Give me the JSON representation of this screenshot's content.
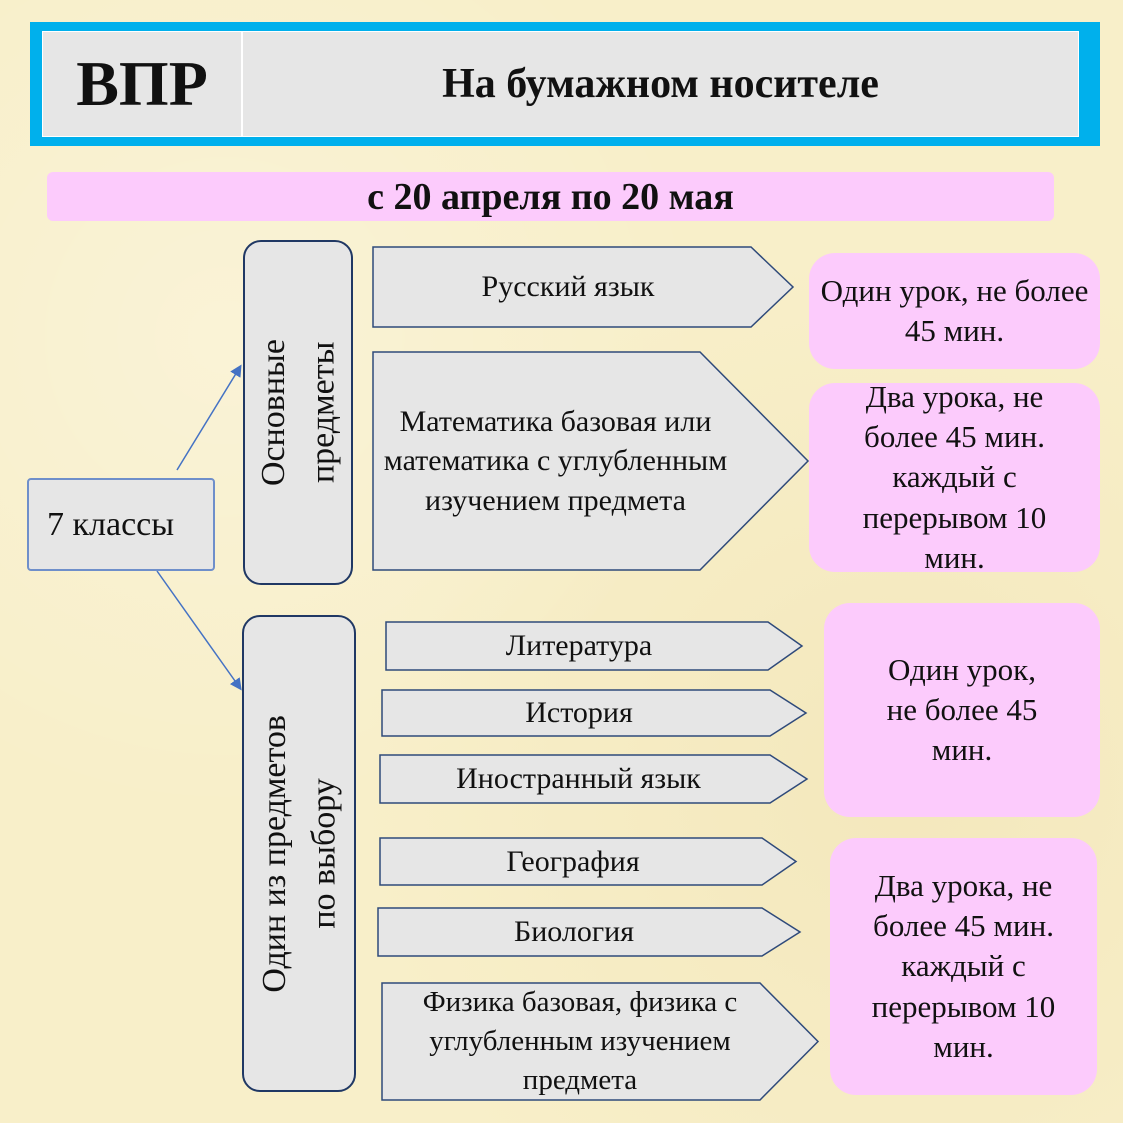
{
  "header": {
    "abbr": "ВПР",
    "title": "На бумажном носителе"
  },
  "dates": "с 20 апреля по 20 мая",
  "grade": "7 классы",
  "groups": {
    "main": {
      "line1": "Основные",
      "line2": "предметы"
    },
    "choice": {
      "line1": "Один из предметов",
      "line2": "по выбору"
    }
  },
  "subjects": [
    "Русский язык",
    "Математика базовая или математика с углубленным изучением предмета",
    "Литература",
    "История",
    "Иностранный язык",
    "География",
    "Биология",
    "Физика базовая, физика с углубленным изучением предмета"
  ],
  "durations": [
    "Один урок, не более 45 мин.",
    "Два урока, не более 45 мин. каждый с перерывом 10 мин.",
    "Один урок, не более 45 мин.",
    "Два урока, не более 45 мин. каждый с перерывом 10 мин."
  ],
  "colors": {
    "header_border": "#00b0ec",
    "pink": "#fccbfc",
    "box_fill": "#e6e6e6",
    "outline": "#203864"
  }
}
